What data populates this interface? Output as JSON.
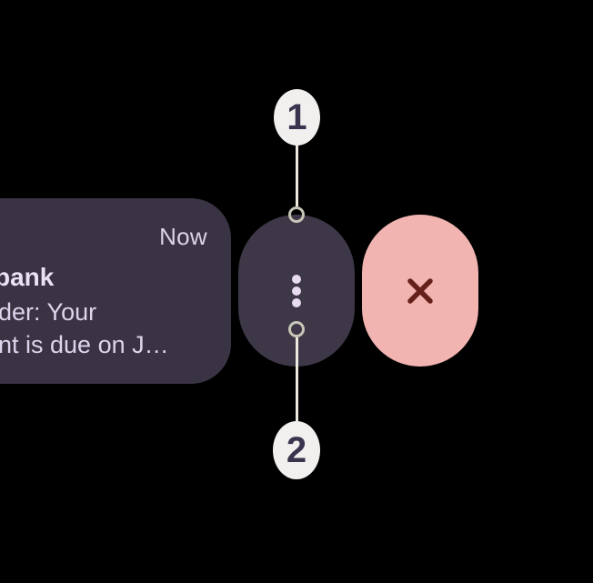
{
  "notification": {
    "timestamp": "Now",
    "title_fragment": "bank",
    "body_fragment_1": "der: Your",
    "body_fragment_2": "nt is due on J…"
  },
  "actions": {
    "more_options": {
      "icon_name": "overflow-menu-icon"
    },
    "dismiss": {
      "icon_name": "close-icon"
    }
  },
  "annotations": {
    "step_1_label": "1",
    "step_2_label": "2"
  },
  "colors": {
    "background": "#000000",
    "notification_card_bg": "#393343",
    "more_pill_bg": "#3d3747",
    "dismiss_pill_bg": "#f1b4b0",
    "dismiss_x": "#65201b",
    "timestamp_text": "#dcd3e9",
    "title_text": "#e9e1f5",
    "body_text": "#ddd5eb",
    "menu_dots": "#e7daf1",
    "badge_bg": "#f2f0ef",
    "badge_text": "#3a344e",
    "connector_line": "#eceadf",
    "ring_stroke": "#c6c5b6"
  }
}
